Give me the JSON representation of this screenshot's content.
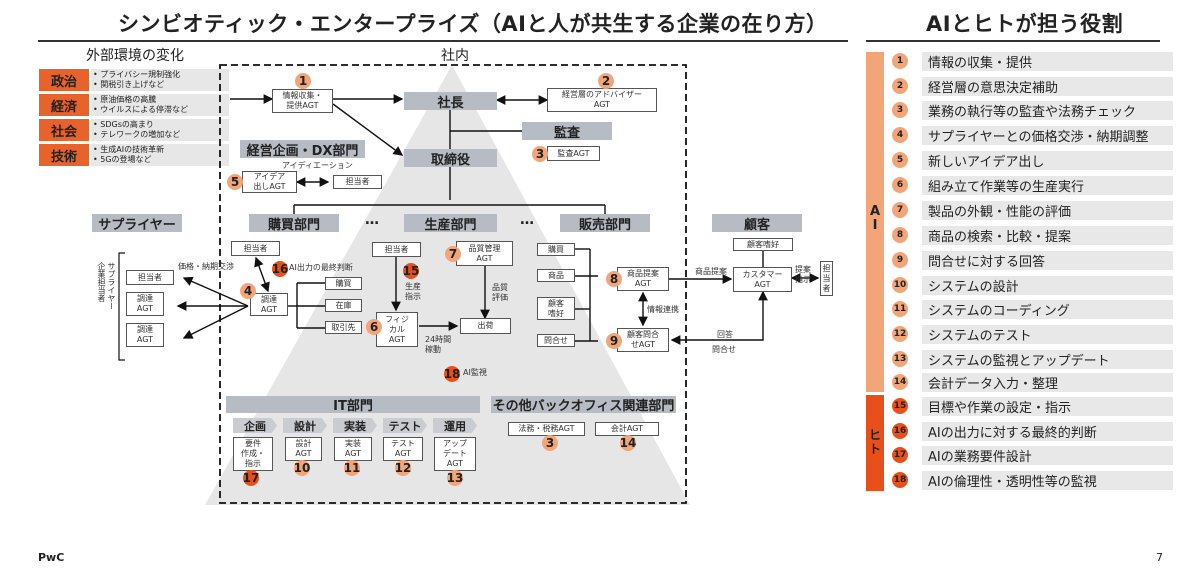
{
  "main_title": "シンビオティック・エンタープライズ（AIと人が共生する企業の在り方）",
  "side_title": "AIとヒトが担う役割",
  "external": {
    "heading": "外部環境の変化",
    "factors": [
      {
        "label": "政治",
        "lines": [
          "• プライバシー規制強化",
          "• 関税引き上げなど"
        ]
      },
      {
        "label": "経済",
        "lines": [
          "• 原油価格の高騰",
          "• ウイルスによる停滞など"
        ]
      },
      {
        "label": "社会",
        "lines": [
          "• SDGsの高まり",
          "• テレワークの増加など"
        ]
      },
      {
        "label": "技術",
        "lines": [
          "• 生成AIの技術革新",
          "• 5Gの登場など"
        ]
      }
    ]
  },
  "internal_label": "社内",
  "org": {
    "president": "社長",
    "board": "取締役",
    "audit": "監査",
    "planning_dx": "経営企画・DX部門",
    "ideation_label": "アイディエーション",
    "procurement": "購買部門",
    "production": "生産部門",
    "sales": "販売部門",
    "supplier": "サプライヤー",
    "customer": "顧客",
    "it": "IT部門",
    "backoffice": "その他バックオフィス関連部門",
    "ellipsis": "…"
  },
  "boxes": {
    "info_agt": "情報収集・\n提供AGT",
    "advisor_agt": "経営層のアドバイザー\nAGT",
    "audit_agt": "監査AGT",
    "idea_agt": "アイデア\n出しAGT",
    "dx_staff": "担当者",
    "proc_staff": "担当者",
    "proc_agt": "調達\nAGT",
    "proc_buy": "購買",
    "proc_stock": "在庫",
    "proc_partner": "取引先",
    "sup_staff": "担当者",
    "sup_agt1": "調達\nAGT",
    "sup_agt2": "調達\nAGT",
    "sup_vertical": "サプライヤー\n企業担当者",
    "prod_staff": "担当者",
    "qc_agt": "品質管理\nAGT",
    "physical_agt": "フィジ\nカル\nAGT",
    "shipping": "出荷",
    "sales_buy": "購買",
    "sales_product": "商品",
    "sales_pref": "顧客\n嗜好",
    "sales_inquiry": "問合せ",
    "proposal_agt": "商品提案\nAGT",
    "inquiry_agt": "顧客問合\nせAGT",
    "cust_pref": "顧客嗜好",
    "customer_agt": "カスタマー\nAGT",
    "cust_staff": "担\n当\n者",
    "it_req": "要件\n作成・\n指示",
    "it_design": "設計\nAGT",
    "it_impl": "実装\nAGT",
    "it_test": "テスト\nAGT",
    "it_update": "アップ\nデート\nAGT",
    "legal_agt": "法務・税務AGT",
    "accounting_agt": "会計AGT"
  },
  "notes": {
    "price_negotiation": "価格・納期交渉",
    "ai_final": "AI出力の最終判断",
    "prod_instruction": "生産\n指示",
    "quality_eval": "品質\n評価",
    "running_24h": "24時間\n稼動",
    "ai_monitor": "AI監視",
    "info_link": "情報連携",
    "product_proposal": "商品提案",
    "proposal_instruction": "提案\n指示",
    "answer": "回答",
    "inquiry": "問合せ"
  },
  "it_phases": [
    "企画",
    "設計",
    "実装",
    "テスト",
    "運用"
  ],
  "badges": {
    "b1": "1",
    "b2": "2",
    "b3": "3",
    "b3b": "3",
    "b4": "4",
    "b5": "5",
    "b6": "6",
    "b7": "7",
    "b8": "8",
    "b9": "9",
    "b10": "10",
    "b11": "11",
    "b12": "12",
    "b13": "13",
    "b14": "14",
    "b15": "15",
    "b16": "16",
    "b17": "17",
    "b18": "18"
  },
  "roles": {
    "ai_group_label": "A\nI",
    "human_group_label": "ヒ\nト",
    "items": [
      {
        "num": "1",
        "text": "情報の収集・提供",
        "owner": "AI"
      },
      {
        "num": "2",
        "text": "経営層の意思決定補助",
        "owner": "AI"
      },
      {
        "num": "3",
        "text": "業務の執行等の監査や法務チェック",
        "owner": "AI"
      },
      {
        "num": "4",
        "text": "サプライヤーとの価格交渉・納期調整",
        "owner": "AI"
      },
      {
        "num": "5",
        "text": "新しいアイデア出し",
        "owner": "AI"
      },
      {
        "num": "6",
        "text": "組み立て作業等の生産実行",
        "owner": "AI"
      },
      {
        "num": "7",
        "text": "製品の外観・性能の評価",
        "owner": "AI"
      },
      {
        "num": "8",
        "text": "商品の検索・比較・提案",
        "owner": "AI"
      },
      {
        "num": "9",
        "text": "問合せに対する回答",
        "owner": "AI"
      },
      {
        "num": "10",
        "text": "システムの設計",
        "owner": "AI"
      },
      {
        "num": "11",
        "text": "システムのコーディング",
        "owner": "AI"
      },
      {
        "num": "12",
        "text": "システムのテスト",
        "owner": "AI"
      },
      {
        "num": "13",
        "text": "システムの監視とアップデート",
        "owner": "AI"
      },
      {
        "num": "14",
        "text": "会計データ入力・整理",
        "owner": "AI"
      },
      {
        "num": "15",
        "text": "目標や作業の設定・指示",
        "owner": "ヒト"
      },
      {
        "num": "16",
        "text": "AIの出力に対する最終的判断",
        "owner": "ヒト"
      },
      {
        "num": "17",
        "text": "AIの業務要件設計",
        "owner": "ヒト"
      },
      {
        "num": "18",
        "text": "AIの倫理性・透明性等の監視",
        "owner": "ヒト"
      }
    ]
  },
  "colors": {
    "ai_light": "#f3a57a",
    "human_dark": "#e8501b",
    "factor_orange": "#e8632b",
    "header_grey": "#b7bcc4"
  },
  "footer": {
    "brand": "PwC",
    "page": "7"
  }
}
